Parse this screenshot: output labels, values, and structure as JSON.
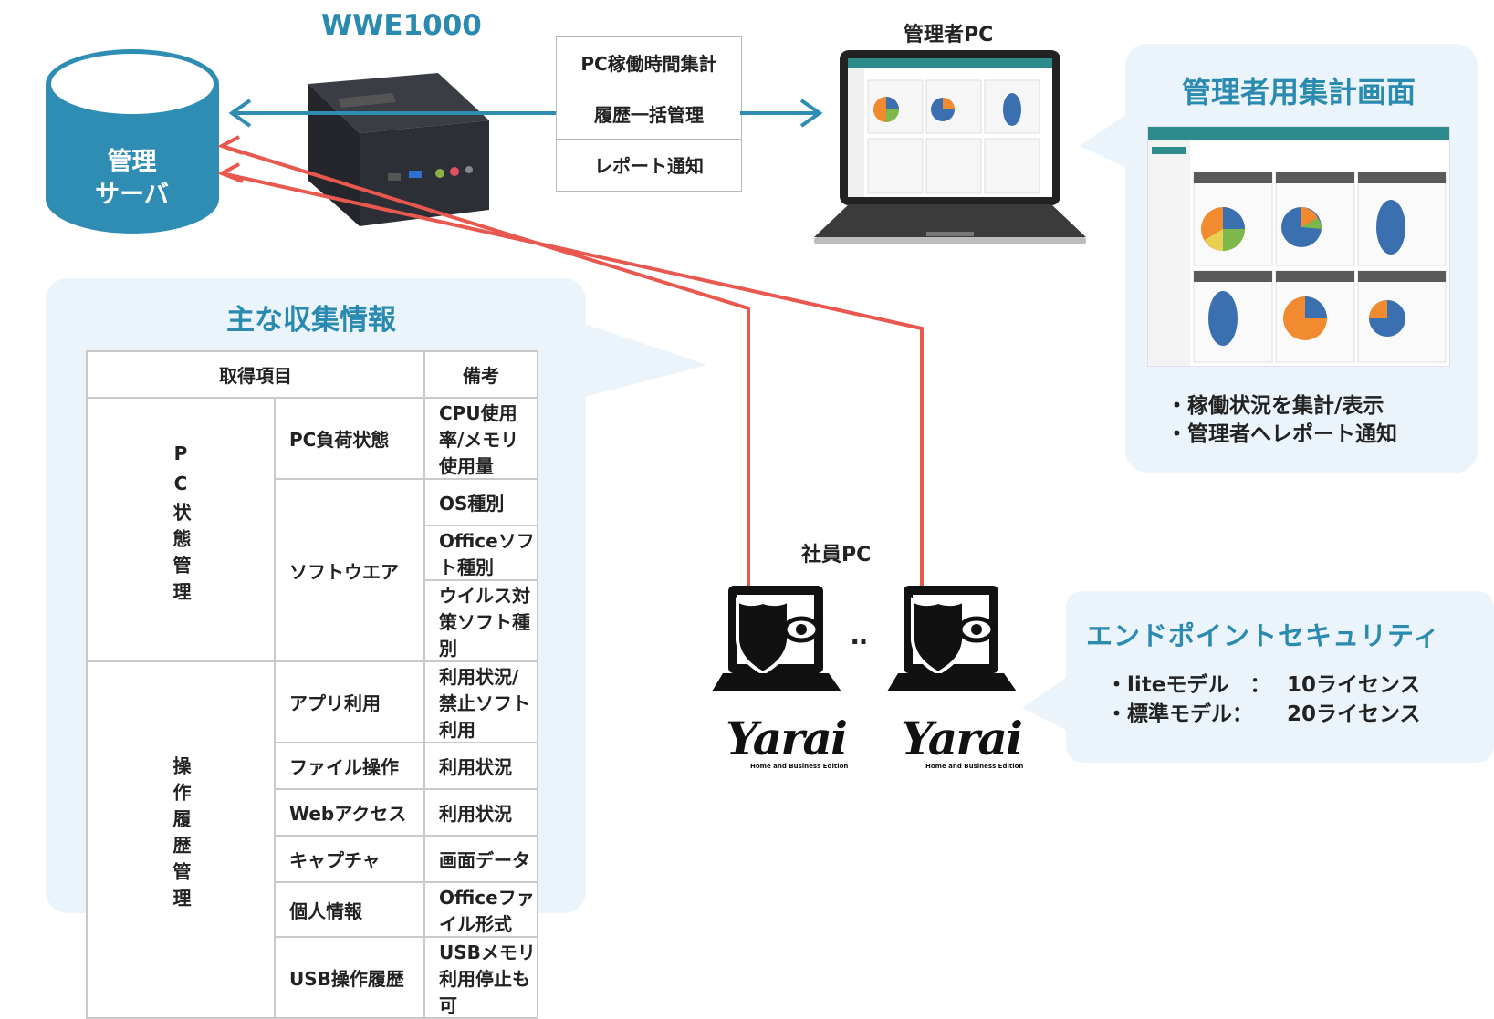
{
  "device": {
    "name": "WWE1000"
  },
  "server": {
    "line1": "管理",
    "line2": "サーバ"
  },
  "functions": [
    "PC稼働時間集計",
    "履歴一括管理",
    "レポート通知"
  ],
  "admin_pc": {
    "label": "管理者PC"
  },
  "admin_panel": {
    "title": "管理者用集計画面",
    "bullets": [
      "・稼働状況を集計/表示",
      "・管理者へレポート通知"
    ]
  },
  "employee_pc": {
    "label": "社員PC",
    "dots": "‥",
    "logo_text": "Yarai",
    "logo_sub": "Home and Business Edition"
  },
  "collected_info": {
    "title": "主な収集情報",
    "headers": [
      "取得項目",
      "備考"
    ],
    "groups": [
      {
        "label": "PC状態管理",
        "rows": [
          {
            "item": "PC負荷状態",
            "notes": [
              "CPU使用率/メモリ使用量"
            ]
          },
          {
            "item": "ソフトウエア",
            "notes": [
              "OS種別",
              "Officeソフト種別",
              "ウイルス対策ソフト種別"
            ]
          }
        ]
      },
      {
        "label": "操作履歴管理",
        "rows": [
          {
            "item": "アプリ利用",
            "notes": [
              "利用状況/禁止ソフト利用"
            ]
          },
          {
            "item": "ファイル操作",
            "notes": [
              "利用状況"
            ]
          },
          {
            "item": "Webアクセス",
            "notes": [
              "利用状況"
            ]
          },
          {
            "item": "キャプチャ",
            "notes": [
              "画面データ"
            ]
          },
          {
            "item": "個人情報",
            "notes": [
              "Officeファイル形式"
            ]
          },
          {
            "item": "USB操作履歴",
            "notes": [
              "USBメモリ利用停止も可"
            ]
          }
        ]
      }
    ]
  },
  "endpoint": {
    "title": "エンドポイントセキュリティ",
    "models": [
      {
        "name": "・liteモデル　：",
        "license": "10ライセンス"
      },
      {
        "name": "・標準モデル：",
        "license": "20ライセンス"
      }
    ]
  },
  "colors": {
    "accent_blue": "#2a8ab0",
    "server_blue": "#2f8db3",
    "arrow_red": "#e8584e",
    "panel_bg": "#eaf4fa"
  }
}
